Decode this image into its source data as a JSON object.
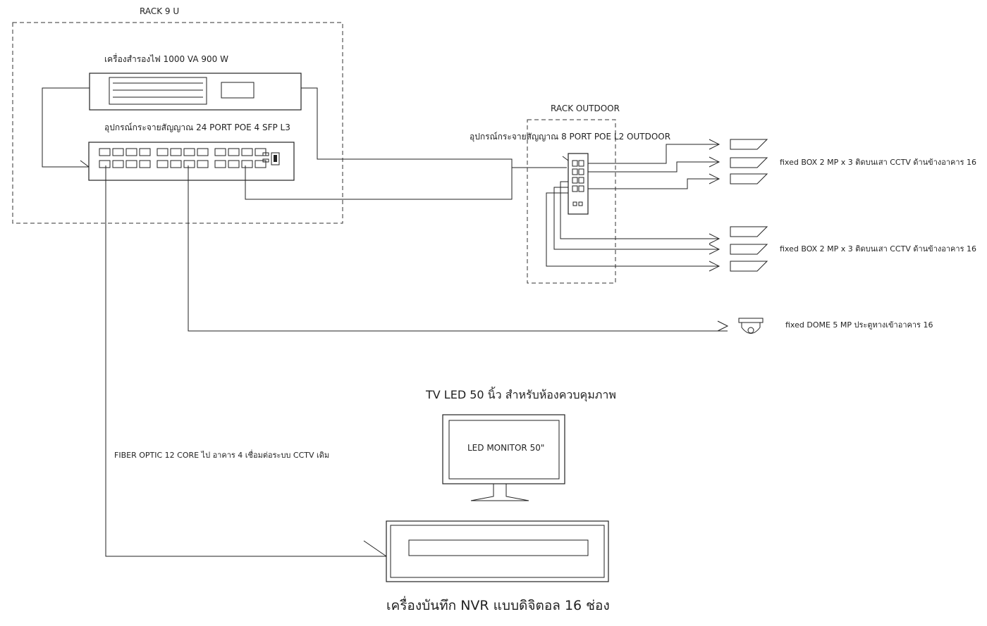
{
  "rack_main": {
    "title": "RACK 9 U"
  },
  "ups": {
    "label": "เครื่องสำรองไฟ 1000 VA 900 W"
  },
  "core_switch": {
    "label": "อุปกรณ์กระจายสัญญาณ 24 PORT POE 4 SFP L3"
  },
  "rack_outdoor": {
    "title": "RACK OUTDOOR"
  },
  "outdoor_switch": {
    "label": "อุปกรณ์กระจายสัญญาณ 8 PORT POE L2 OUTDOOR"
  },
  "camera_groups": [
    {
      "label": "fixed BOX 2 MP x 3 ติดบนเสา CCTV ด้านข้างอาคาร  16"
    },
    {
      "label": "fixed BOX 2 MP x 3 ติดบนเสา CCTV ด้านข้างอาคาร 16"
    }
  ],
  "dome_camera": {
    "label": "fixed DOME 5 MP ประตูทางเข้าอาคาร 16"
  },
  "tv": {
    "caption": "TV LED 50  นิ้ว  สำหรับห้องควบคุมภาพ",
    "screen_text": "LED MONITOR 50\""
  },
  "fiber": {
    "label": "FIBER OPTIC 12 CORE  ไป  อาคาร  4  เชื่อมต่อระบบ CCTV  เดิม"
  },
  "nvr": {
    "caption": "เครื่องบันทึก NVR  แบบดิจิตอล 16 ช่อง"
  }
}
